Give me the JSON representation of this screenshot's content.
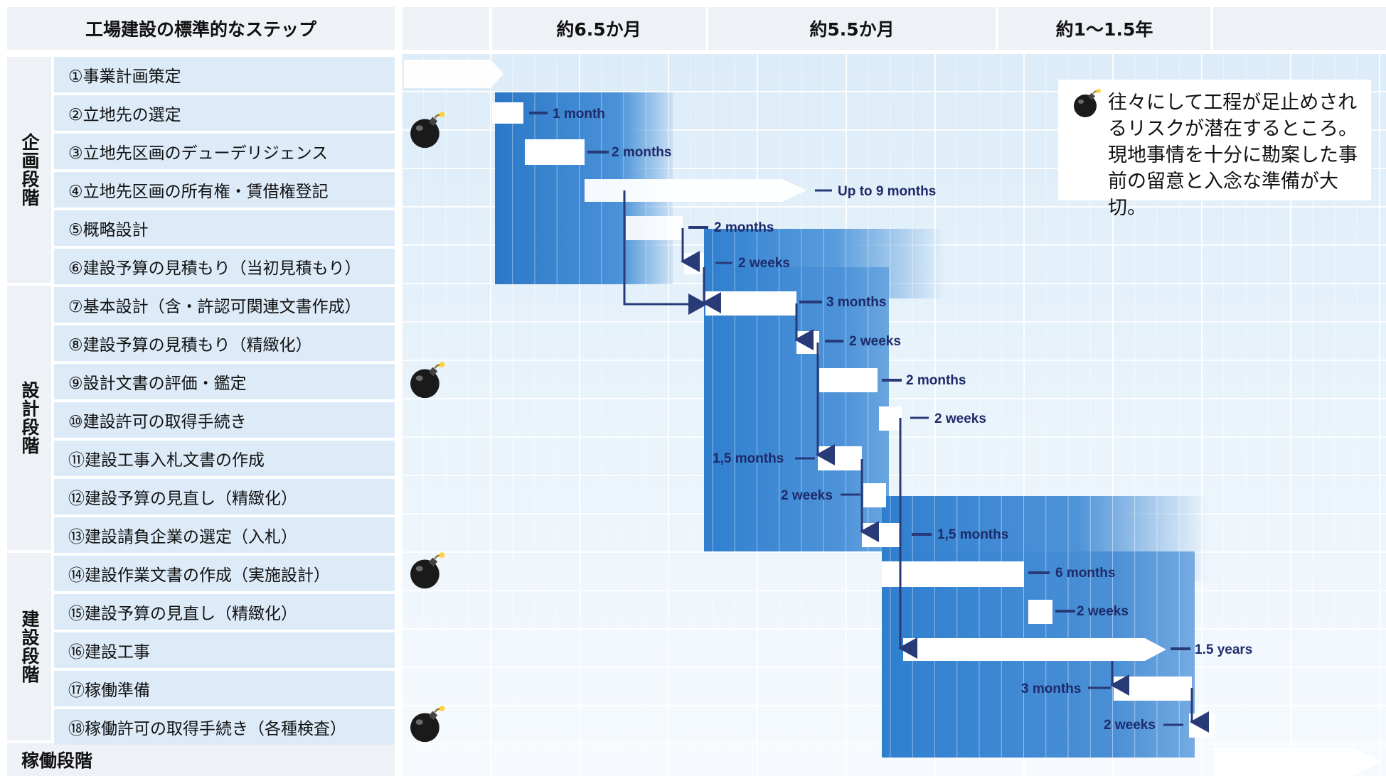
{
  "header": {
    "steps_title": "工場建設の標準的なステップ",
    "periods": [
      "約6.5か月",
      "約5.5か月",
      "約1〜1.5年"
    ]
  },
  "phases": {
    "planning": "企画段階",
    "design": "設計段階",
    "construction": "建設段階",
    "operation": "稼働段階"
  },
  "steps": [
    "①事業計画策定",
    "②立地先の選定",
    "③立地先区画のデューデリジェンス",
    "④立地先区画の所有権・賃借権登記",
    "⑤概略設計",
    "⑥建設予算の見積もり（当初見積もり）",
    "⑦基本設計（含・許認可関連文書作成）",
    "⑧建設予算の見積もり（精緻化）",
    "⑨設計文書の評価・鑑定",
    "⑩建設許可の取得手続き",
    "⑪建設工事入札文書の作成",
    "⑫建設予算の見直し（精緻化）",
    "⑬建設請負企業の選定（入札）",
    "⑭建設作業文書の作成（実施設計）",
    "⑮建設予算の見直し（精緻化）",
    "⑯建設工事",
    "⑰稼働準備",
    "⑱稼働許可の取得手続き（各種検査）"
  ],
  "durations": [
    "1 month",
    "2 months",
    "Up to 9 months",
    "2 months",
    "2 weeks",
    "3 months",
    "2 weeks",
    "2 months",
    "2 weeks",
    "1,5 months",
    "2 weeks",
    "1,5 months",
    "6 months",
    "2 weeks",
    "1.5 years",
    "3 months",
    "2 weeks"
  ],
  "note": {
    "text": "往々にして工程が足止めされるリスクが潜在するところ。現地事情を十分に勘案した事前の留意と入念な準備が大切。",
    "icon": "bomb-icon"
  },
  "colors": {
    "header_bg": "#eef1f6",
    "step_bg": "#ddebf8",
    "phase_block": "#2f7fcf",
    "label_color": "#1e2a6a"
  },
  "risk_icons": [
    "bomb-icon",
    "bomb-icon",
    "bomb-icon",
    "bomb-icon"
  ]
}
